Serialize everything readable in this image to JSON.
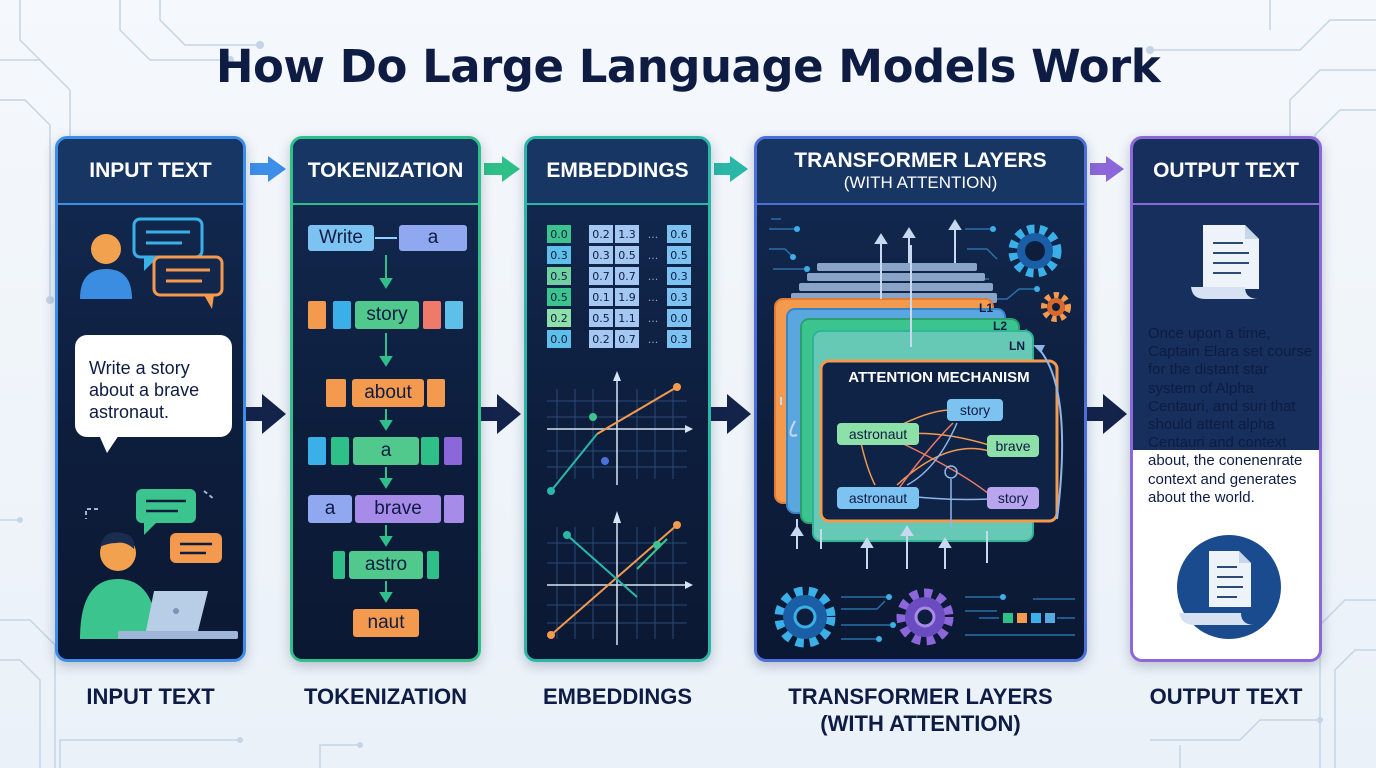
{
  "title": "How Do Large Language Models Work",
  "panels": {
    "input": {
      "header": "INPUT TEXT",
      "prompt": "Write a story about a brave astronaut.",
      "bottom_label": "INPUT TEXT"
    },
    "tokenization": {
      "header": "TOKENIZATION",
      "tokens": {
        "write": "Write",
        "a1": "a",
        "story": "story",
        "about": "about",
        "a2": "a",
        "a3": "a",
        "brave": "brave",
        "astro": "astro",
        "naut": "naut"
      },
      "bottom_label": "TOKENIZATION"
    },
    "embeddings": {
      "header": "EMBEDDINGS",
      "matrix": [
        [
          "0.0",
          "0.2",
          "1.3",
          "0.6"
        ],
        [
          "0.3",
          "0.3",
          "0.5",
          "0.5"
        ],
        [
          "0.5",
          "0.7",
          "0.7",
          "0.3"
        ],
        [
          "0.5",
          "0.1",
          "1.9",
          "0.3"
        ],
        [
          "0.2",
          "0.5",
          "1.1",
          "0.0"
        ],
        [
          "0.0",
          "0.2",
          "0.7",
          "0.3"
        ]
      ],
      "ellipsis": "...",
      "bottom_label": "EMBEDDINGS"
    },
    "transformer": {
      "header": "TRANSFORMER LAYERS",
      "header_sub": "(WITH ATTENTION)",
      "layers": [
        "L1",
        "L2",
        "LN"
      ],
      "attention_title": "ATTENTION MECHANISM",
      "nodes": {
        "story_top": "story",
        "astronaut_left": "astronaut",
        "brave": "brave",
        "astronaut_bottom": "astronaut",
        "story_bottom": "story"
      },
      "bottom_label_line1": "TRANSFORMER LAYERS",
      "bottom_label_line2": "(WITH ATTENTION)"
    },
    "output": {
      "header": "OUTPUT TEXT",
      "text": "Once upon a time, Captain Elara set course for the distant star system of Alpha Centauri, and suri that should attent alpha Centauri and context about, the conenenrate context and generates about the world.",
      "bottom_label": "OUTPUT TEXT"
    }
  },
  "colors": {
    "blue": "#3d8ee8",
    "green": "#2fc08a",
    "teal": "#2ab7a8",
    "indigo": "#4c6fd8",
    "purple": "#8b67d9",
    "navy": "#0e1c44",
    "orange": "#f39a4e"
  }
}
